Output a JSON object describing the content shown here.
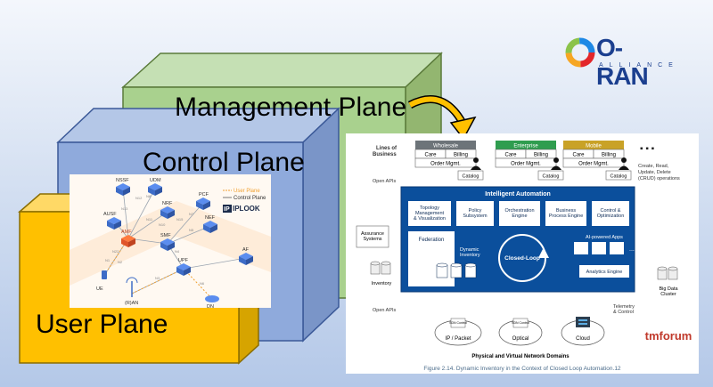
{
  "planes": {
    "management": "Management Plane",
    "control": "Control Plane",
    "user": "User Plane"
  },
  "oran_logo": {
    "text": "O-RAN",
    "subtext": "ALLIANCE"
  },
  "network_diagram": {
    "nodes": [
      "NSSF",
      "UDM",
      "AUSF",
      "NRF",
      "PCF",
      "AMF",
      "SMF",
      "NEF",
      "AF",
      "UPF",
      "UE",
      "(R)AN",
      "DN"
    ],
    "legend": {
      "user_plane": "User Plane",
      "control_plane": "Control Plane"
    },
    "brand": "IPLOOK",
    "interfaces": [
      "N12",
      "N13",
      "N11",
      "N8",
      "N10",
      "N15",
      "N7",
      "N5",
      "N22",
      "N2",
      "N1",
      "N4",
      "N3",
      "N6"
    ]
  },
  "tmf": {
    "lines_of_business": "Lines of Business",
    "businesses": [
      {
        "name": "Wholesale",
        "color": "#6d7479"
      },
      {
        "name": "Enterprise",
        "color": "#2f9d4f"
      },
      {
        "name": "Mobile",
        "color": "#c9a227"
      }
    ],
    "care": "Care",
    "billing": "Billing",
    "order_mgmt": "Order Mgmt.",
    "catalog": "Catalog",
    "dots": "▪ ▪ ▪",
    "crud_note": "Create, Read, Update, Delete (CRUD) operations",
    "open_apis_top": "Open APIs",
    "open_apis_bottom": "Open APIs",
    "intelligent_automation": "Intelligent Automation",
    "modules": [
      "Topology Management & Visualization",
      "Policy Subsystem",
      "Orchestration Engine",
      "Business Process Engine",
      "Control & Optimization"
    ],
    "assurance_systems": "Assurance Systems",
    "federation": "Federation",
    "dynamic_inventory": "Dynamic Inventory",
    "closed_loop": "Closed-Loop",
    "ai_apps": "AI-powered Apps",
    "analytics_engine": "Analytics Engine",
    "inventory": "Inventory",
    "big_data": "Big Data Cluster",
    "telemetry": "Telemetry & Control",
    "domains": [
      "IP / Packet",
      "Optical",
      "Cloud"
    ],
    "sdn_control": "SDN Control",
    "physical_domains": "Physical and Virtual Network Domains",
    "tmforum": "tmforum",
    "caption": "Figure 2.14. Dynamic Inventory in the Context of Closed Loop Automation.12"
  }
}
